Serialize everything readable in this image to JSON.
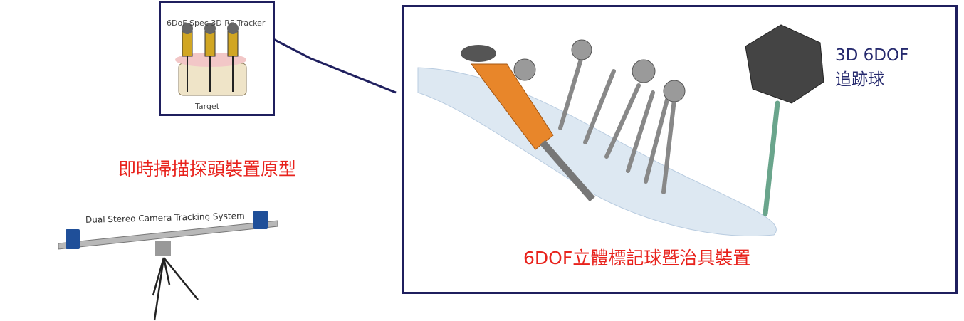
{
  "inset": {
    "title": "6DoF Spec 3D RF Tracker",
    "bottom_label": "Target"
  },
  "left_caption": "即時掃描探頭裝置原型",
  "camera": {
    "label": "Dual Stereo Camera Tracking System"
  },
  "main": {
    "caption": "6DOF立體標記球暨治具裝置",
    "tracker_label_line1": "3D 6DOF",
    "tracker_label_line2": "追跡球"
  },
  "colors": {
    "frame": "#1f1f5e",
    "caption_red": "#e8221c",
    "label_navy": "#262a6e"
  }
}
